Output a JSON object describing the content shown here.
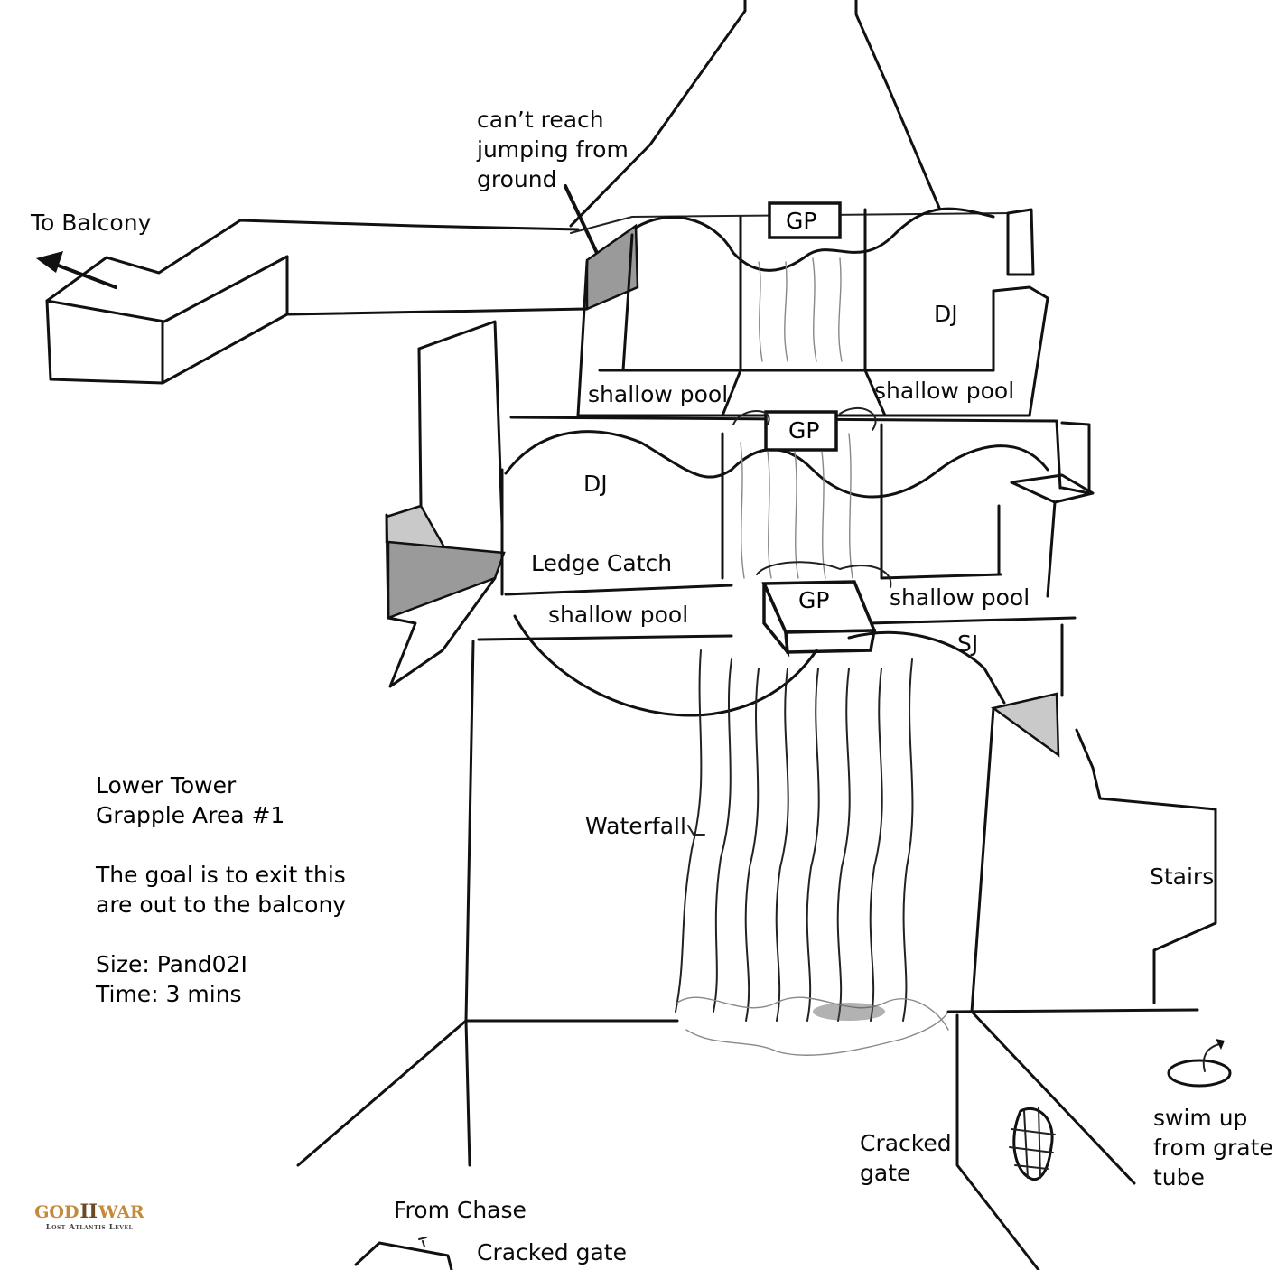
{
  "diagram": {
    "title": "Lower Tower Grapple Area #1 level sketch",
    "labels": {
      "to_balcony": "To Balcony",
      "cant_reach": [
        "can’t reach",
        "jumping from",
        "ground"
      ],
      "gp_top": "GP",
      "gp_middle": "GP",
      "gp_lower": "GP",
      "dj_right": "DJ",
      "dj_left": "DJ",
      "shallow_pool_top_left": "shallow pool",
      "shallow_pool_top_right": "shallow pool",
      "ledge_catch": "Ledge Catch",
      "shallow_pool_lower_left": "shallow pool",
      "shallow_pool_lower_right": "shallow pool",
      "sj": "SJ",
      "waterfall": "Waterfall",
      "stairs": "Stairs",
      "cracked_gate_right": [
        "Cracked",
        "gate"
      ],
      "swim_up": [
        "swim up",
        "from grate",
        "tube"
      ],
      "from_chase": "From Chase",
      "cracked_gate_bottom": "Cracked gate"
    },
    "notes": {
      "area_name": [
        "Lower Tower",
        "Grapple Area #1"
      ],
      "goal": [
        "The goal is to exit this",
        "are out to the balcony"
      ],
      "size": "Size: Pand02I",
      "time": "Time: 3 mins"
    },
    "legend_abbreviations": [
      "GP",
      "DJ",
      "SJ"
    ],
    "logo": {
      "title_left": "GOD",
      "title_mark": "II",
      "title_right": "WAR",
      "subtitle": "Lost Atlantis Level"
    },
    "colors": {
      "ink": "#111111",
      "pencil": "#888888",
      "logo_gold": "#c28a3a",
      "logo_bronze": "#6b4a22"
    }
  }
}
